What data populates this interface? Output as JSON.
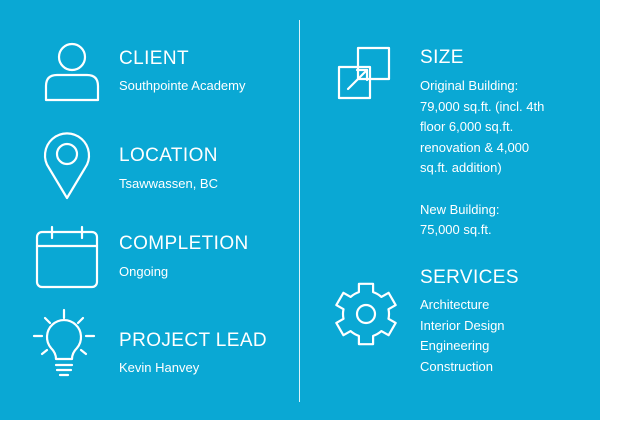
{
  "colors": {
    "background": "#0aa8d4",
    "text": "#ffffff",
    "page": "#ffffff"
  },
  "client": {
    "icon": "person-icon",
    "heading": "CLIENT",
    "value": "Southpointe Academy"
  },
  "location": {
    "icon": "map-pin-icon",
    "heading": "LOCATION",
    "value": "Tsawwassen, BC"
  },
  "completion": {
    "icon": "calendar-icon",
    "heading": "COMPLETION",
    "value": "Ongoing"
  },
  "project_lead": {
    "icon": "lightbulb-icon",
    "heading": "PROJECT LEAD",
    "value": "Kevin Hanvey"
  },
  "size": {
    "icon": "expand-icon",
    "heading": "SIZE",
    "original_lines": [
      "Original Building:",
      "79,000 sq.ft. (incl. 4th",
      "floor 6,000 sq.ft.",
      "renovation & 4,000",
      "sq.ft. addition)"
    ],
    "new_lines": [
      "New Building:",
      "75,000 sq.ft."
    ]
  },
  "services": {
    "icon": "gear-icon",
    "heading": "SERVICES",
    "items": [
      "Architecture",
      "Interior Design",
      "Engineering",
      "Construction"
    ]
  }
}
